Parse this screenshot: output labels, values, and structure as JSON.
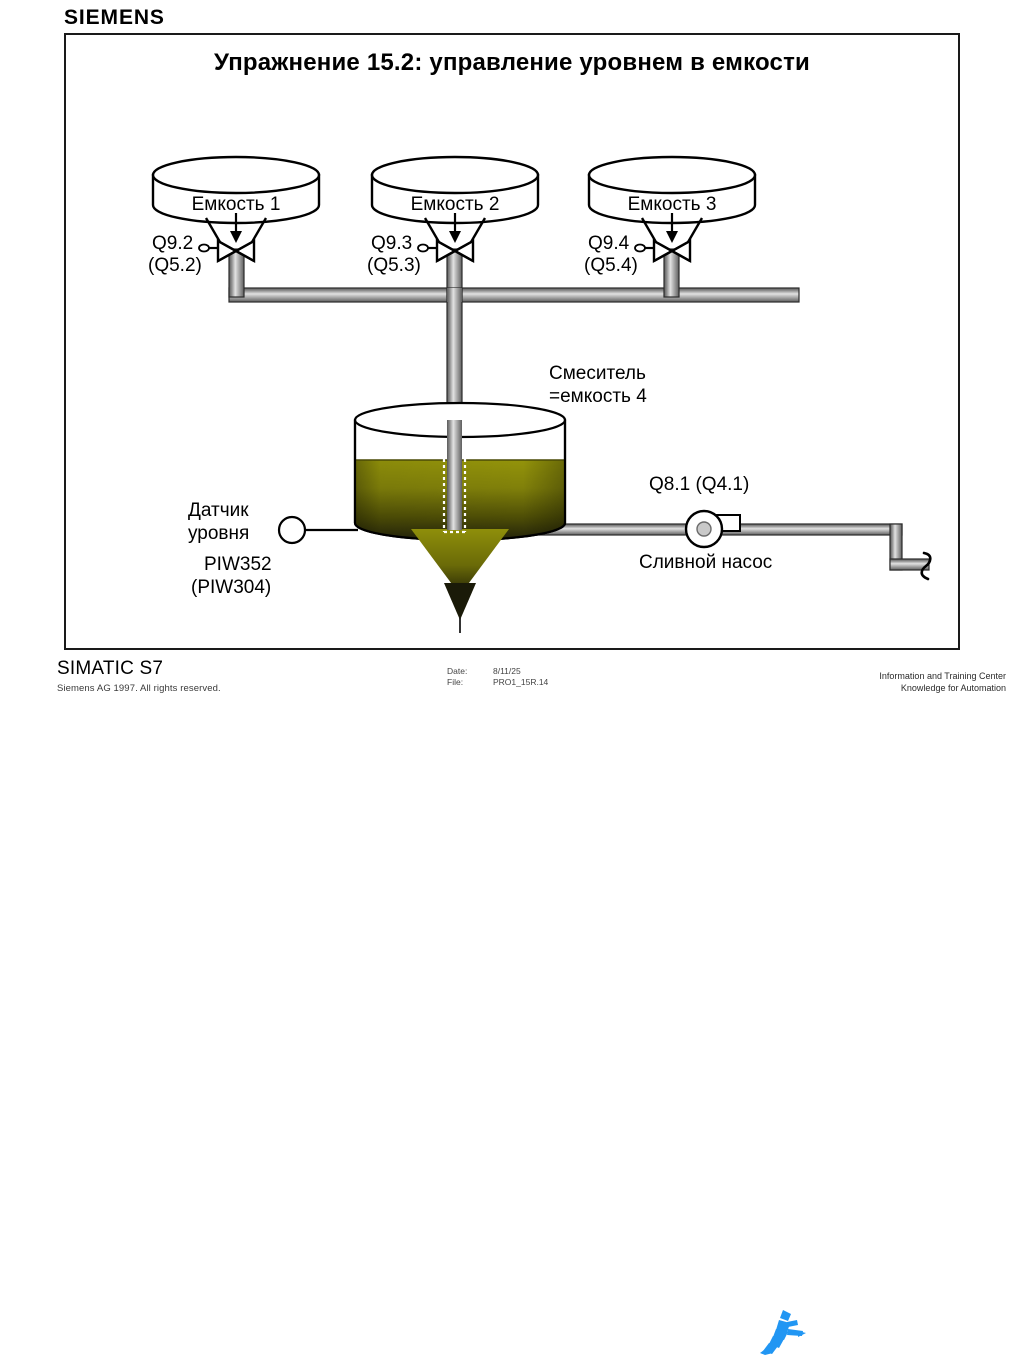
{
  "header": {
    "brand": "SIEMENS"
  },
  "slide": {
    "title": "Упражнение 15.2:  управление уровнем в емкости"
  },
  "diagram": {
    "source_tanks": [
      {
        "label": "Емкость 1",
        "valve_primary": "Q9.2",
        "valve_secondary": "(Q5.2)"
      },
      {
        "label": "Емкость 2",
        "valve_primary": "Q9.3",
        "valve_secondary": "(Q5.3)"
      },
      {
        "label": "Емкость 3",
        "valve_primary": "Q9.4",
        "valve_secondary": "(Q5.4)"
      }
    ],
    "mixer": {
      "label_line1": "Смеситель",
      "label_line2": "=емкость 4"
    },
    "level_sensor": {
      "label_line1": "Датчик",
      "label_line2": "уровня",
      "address_primary": "PIW352",
      "address_secondary": "(PIW304)"
    },
    "drain_pump": {
      "address": "Q8.1 (Q4.1)",
      "label": "Сливной насос"
    },
    "colors": {
      "liquid_top": "#8a8a00",
      "liquid_bottom": "#23230a",
      "pipe_light": "#d6d6d6",
      "pipe_dark": "#4a4a4a",
      "outline": "#000000",
      "itc_blue": "#2196f3"
    }
  },
  "footer": {
    "product": "SIMATIC S7",
    "copyright": "Siemens AG 1997. All rights reserved.",
    "date_key": "Date:",
    "date_value": "8/11/25",
    "file_key": "File:",
    "file_value": "PRO1_15R.14",
    "itc_line1": "Information and Training Center",
    "itc_line2": "Knowledge for Automation"
  }
}
